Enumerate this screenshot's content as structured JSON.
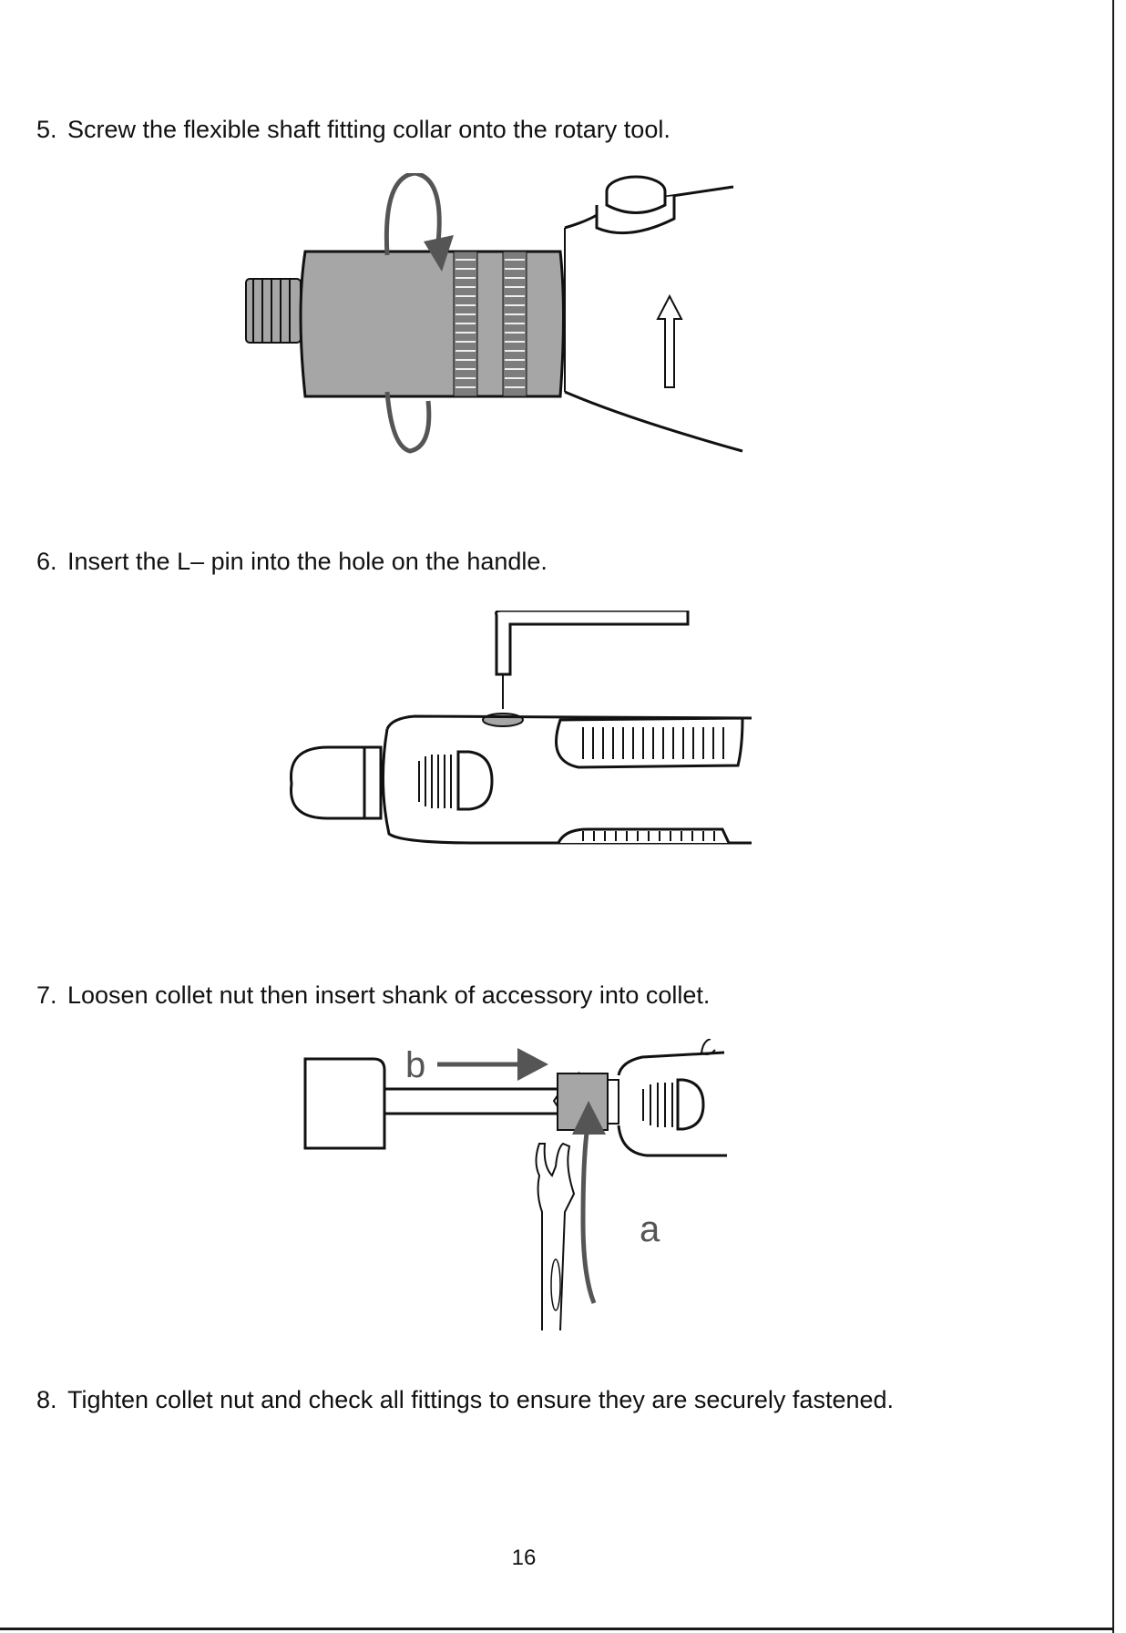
{
  "steps": [
    {
      "number": "5.",
      "text": "Screw the flexible shaft fitting collar onto the rotary tool."
    },
    {
      "number": "6.",
      "text": "Insert the L– pin into the hole on the handle."
    },
    {
      "number": "7.",
      "text": "Loosen collet nut then insert shank of accessory into collet."
    },
    {
      "number": "8.",
      "text": "Tighten collet nut and check all fittings to ensure they are securely fastened."
    }
  ],
  "figures": {
    "fig7": {
      "label_a": "a",
      "label_b": "b"
    }
  },
  "footer": {
    "page_number": "16"
  },
  "colors": {
    "ink": "#111111",
    "gray_fill": "#a6a6a6",
    "arrow": "#555555"
  }
}
